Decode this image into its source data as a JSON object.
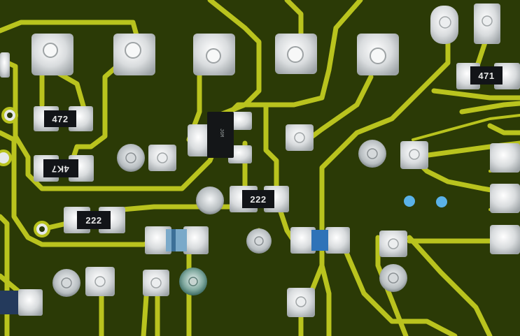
{
  "board": {
    "description_colors": {
      "solder_mask": "#2b3a06",
      "trace": "#b9c31e",
      "pad": "#e3e5e6",
      "resistor_body": "#121418",
      "label_text": "#e6e6e6",
      "led_blue": "#5ab2e8"
    }
  },
  "components": {
    "r1_label": "472",
    "r2_label": "4K7",
    "r3_label": "222",
    "r4_label": "222",
    "r5_label": "471"
  }
}
